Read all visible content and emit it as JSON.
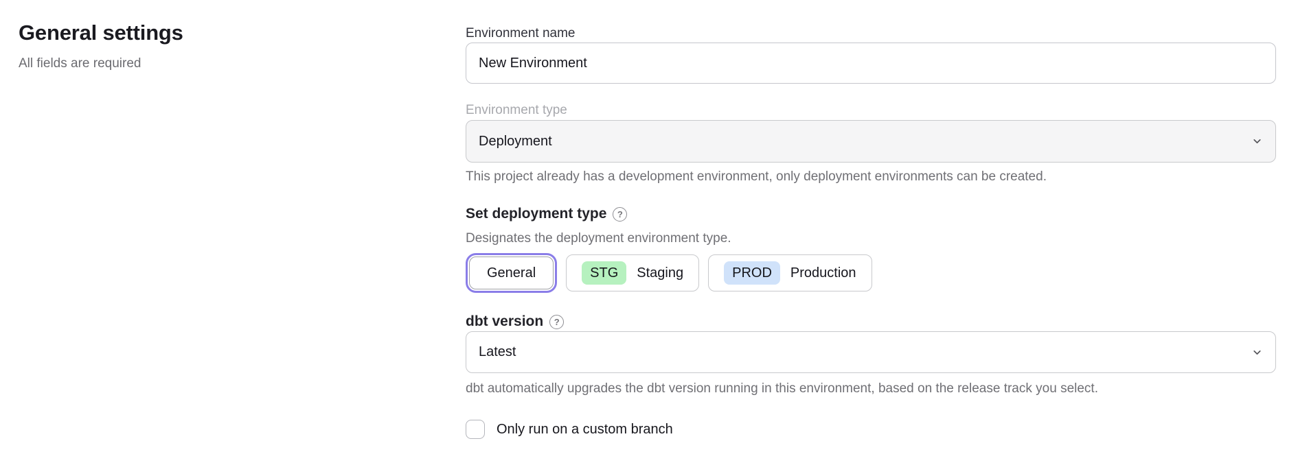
{
  "panel": {
    "title": "General settings",
    "subtitle": "All fields are required"
  },
  "form": {
    "environment_name": {
      "label": "Environment name",
      "value": "New Environment"
    },
    "environment_type": {
      "label": "Environment type",
      "value": "Deployment",
      "disabled": true,
      "helper": "This project already has a development environment, only deployment environments can be created."
    },
    "deployment_type": {
      "label": "Set deployment type",
      "description": "Designates the deployment environment type.",
      "options": [
        {
          "label": "General",
          "badge": "",
          "selected": true
        },
        {
          "label": "Staging",
          "badge": "STG",
          "selected": false
        },
        {
          "label": "Production",
          "badge": "PROD",
          "selected": false
        }
      ]
    },
    "dbt_version": {
      "label": "dbt version",
      "value": "Latest",
      "helper": "dbt automatically upgrades the dbt version running in this environment, based on the release track you select."
    },
    "custom_branch": {
      "label": "Only run on a custom branch",
      "checked": false
    }
  },
  "icons": {
    "help": "?",
    "chevron_down": "chevron-down",
    "checkbox_unchecked": "checkbox-unchecked"
  },
  "colors": {
    "accent_purple": "#8a7de8",
    "badge_green": "#b6f1bf",
    "badge_blue": "#d0e2fa",
    "border": "#c8c9cc",
    "disabled_bg": "#f5f5f6",
    "text_dark": "#16161d",
    "text_muted": "#6f6f74",
    "label_disabled": "#a7a8ad"
  }
}
